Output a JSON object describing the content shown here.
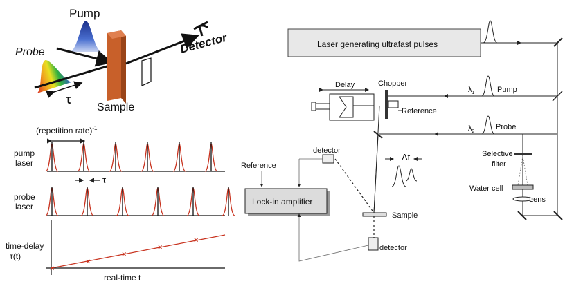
{
  "left_top": {
    "pump_label": "Pump",
    "probe_label": "Probe",
    "detector_label": "Detector",
    "sample_label": "Sample",
    "delay_symbol": "τ"
  },
  "left_bottom": {
    "rep_rate_label": "(repetition rate)",
    "rep_rate_exp": "-1",
    "pump_laser_label_1": "pump",
    "pump_laser_label_2": "laser",
    "probe_laser_label_1": "probe",
    "probe_laser_label_2": "laser",
    "tau_label": "τ",
    "time_delay_label_1": "time-delay",
    "time_delay_label_2": "τ(t)",
    "real_time_label": "real-time t"
  },
  "right": {
    "laser_box_label": "Laser generating ultrafast pulses",
    "delay_label": "Delay",
    "chopper_label": "Chopper",
    "reference_chopper": "Reference",
    "pump_label": "Pump",
    "lambda1": "λ",
    "lambda1_sub": "1",
    "probe_label": "Probe",
    "lambda2": "λ",
    "lambda2_sub": "2",
    "detector_top": "detector",
    "delta_t": "Δt",
    "reference_left": "Reference",
    "lockin_label": "Lock-in amplifier",
    "selective_filter_1": "Selective",
    "selective_filter_2": "filter",
    "water_cell": "Water cell",
    "lens_label": "Lens",
    "sample_label": "Sample",
    "detector_bottom": "detector"
  },
  "colors": {
    "pulse_red": "#c8321e",
    "sample_orange": "#c8602a",
    "pump_blue": "#2f4fb0",
    "lockin_fill": "#dcdcdc",
    "laser_fill": "#e8e8e8"
  }
}
